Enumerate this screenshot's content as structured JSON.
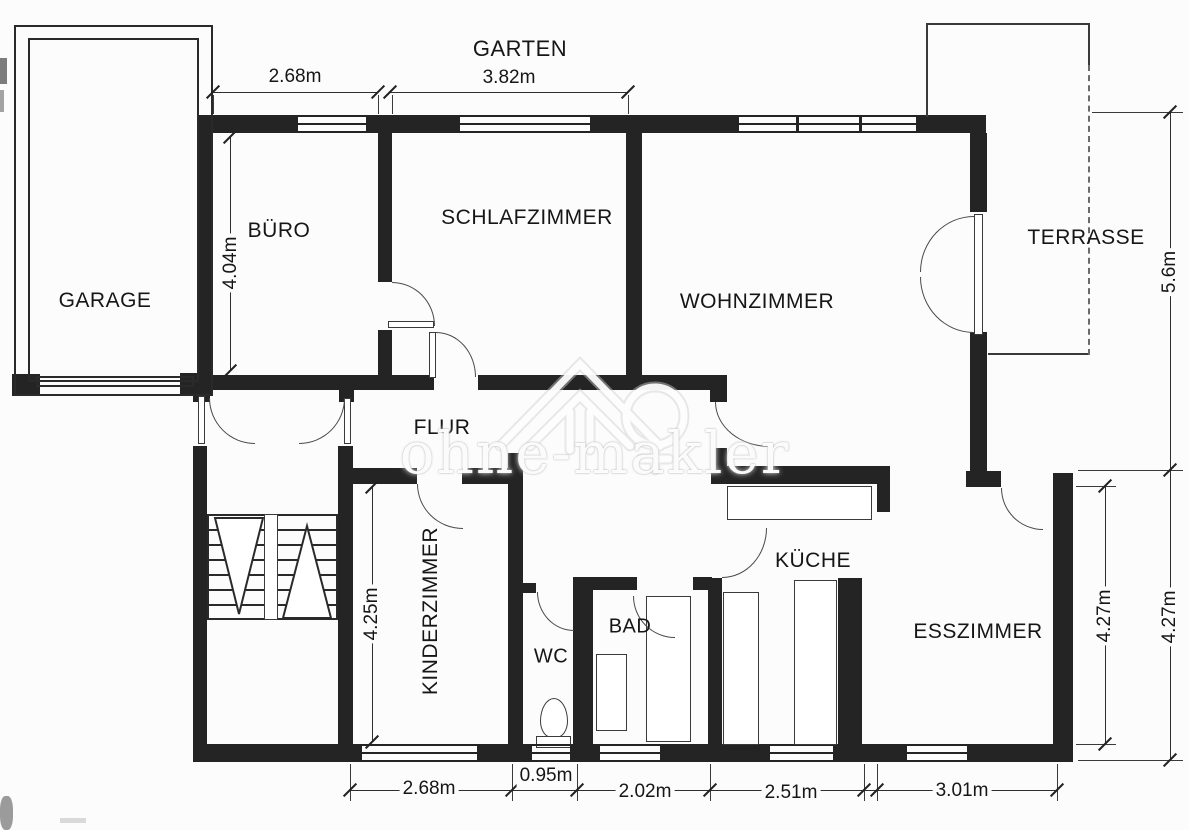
{
  "plan_labels": {
    "garten": "GARTEN",
    "garage": "GARAGE",
    "buero": "BÜRO",
    "schlafzimmer": "SCHLAFZIMMER",
    "wohnzimmer": "WOHNZIMMER",
    "terrasse": "TERRASSE",
    "flur": "FLUR",
    "kinderzimmer": "KINDERZIMMER",
    "wc": "WC",
    "bad": "BAD",
    "kueche": "KÜCHE",
    "esszimmer": "ESSZIMMER"
  },
  "dimensions": {
    "garten_left": "2.68m",
    "garten_right": "3.82m",
    "buero_height": "4.04m",
    "kinderzimmer_height": "4.25m",
    "terrasse_side": "5.6m",
    "esszimmer_inner": "4.27m",
    "esszimmer_outer": "4.27m",
    "bottom_kinderzimmer": "2.68m",
    "bottom_wc": "0.95m",
    "bottom_bad": "2.02m",
    "bottom_kueche": "2.51m",
    "bottom_esszimmer": "3.01m"
  },
  "watermark": {
    "text": "ohne-makler"
  },
  "icons": {
    "watermark_logo": "house-and-tree-logo",
    "toilet": "toilet-top-view",
    "stairs": "staircase-with-direction-arrows"
  },
  "colors": {
    "ink": "#242424",
    "paper": "#fcfcfc",
    "watermark_gray": "#c9c9c9"
  }
}
